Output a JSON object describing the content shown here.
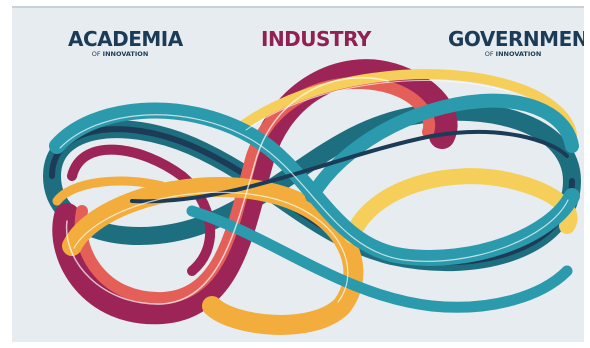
{
  "labels": {
    "academia": {
      "title": "ACADEMIA",
      "sub_prefix": "OF",
      "sub_word": "INNOVATION"
    },
    "industry": {
      "title": "INDUSTRY"
    },
    "government": {
      "title": "GOVERNMENT",
      "sub_prefix": "OF",
      "sub_word": "INNOVATION"
    }
  },
  "colors": {
    "navy": "#1c3b57",
    "teal": "#2b9aac",
    "dark_teal": "#1d6f80",
    "magenta": "#9c2456",
    "coral": "#e35f58",
    "amber": "#f2ad3c",
    "yellow": "#f6cf5a",
    "background": "#e6ecef"
  },
  "ribbons": [
    {
      "name": "magenta",
      "color": "#9c2456"
    },
    {
      "name": "coral",
      "color": "#e35f58"
    },
    {
      "name": "amber",
      "color": "#f2ad3c"
    },
    {
      "name": "teal",
      "color": "#2b9aac"
    },
    {
      "name": "dark_teal",
      "color": "#1d6f80"
    }
  ]
}
